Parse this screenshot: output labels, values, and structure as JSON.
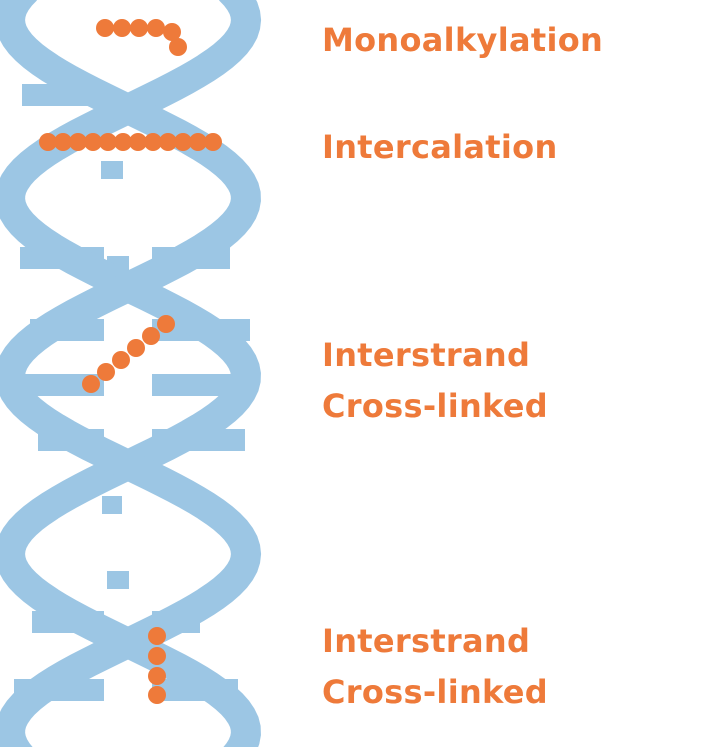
{
  "labels": {
    "monoalkylation": "Monoalkylation",
    "intercalation": "Intercalation",
    "interstrand_1": {
      "line1": "Interstrand",
      "line2": "Cross-linked"
    },
    "interstrand_2": {
      "line1": "Interstrand",
      "line2": "Cross-linked"
    }
  },
  "colors": {
    "dna": "#9cc6e4",
    "adduct": "#ee7a3a",
    "label_text": "#ee7a3a"
  },
  "icons": {
    "helix": "dna-double-helix-icon",
    "adduct": "orange-bead-chain"
  }
}
